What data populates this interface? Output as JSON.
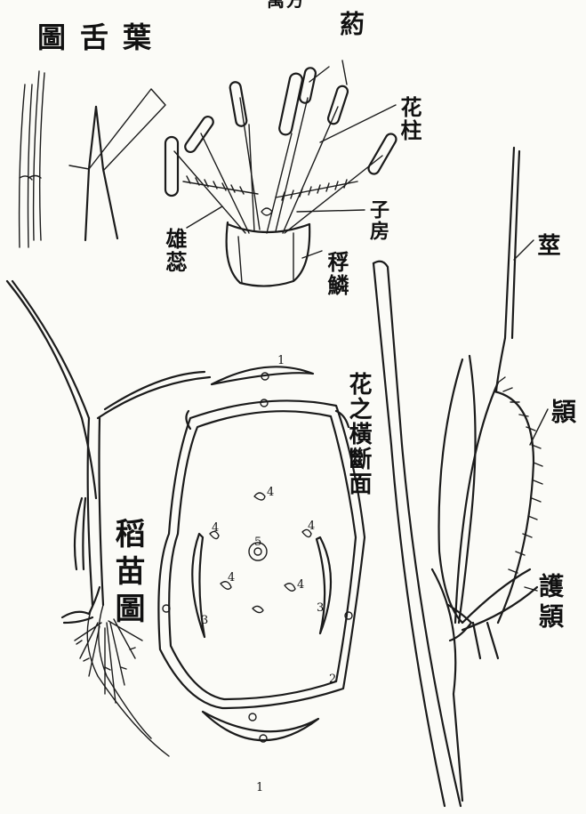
{
  "top_fragment": "萬方",
  "leaf_tongue": {
    "title": "圖舌葉"
  },
  "flower": {
    "anther": "葯",
    "style": "花柱",
    "ovary": "子房",
    "stamen": "雄蕊",
    "lodicule": "稃鱗"
  },
  "cross_section": {
    "title": "花之橫斷面"
  },
  "seedling": {
    "title": "稻苗圖"
  },
  "spikelet": {
    "stem": "莖",
    "glume": "頴",
    "outer_glume": "護頴"
  },
  "section_numbers": [
    "1",
    "1",
    "2",
    "3",
    "3",
    "4",
    "4",
    "4",
    "4",
    "4",
    "5"
  ]
}
